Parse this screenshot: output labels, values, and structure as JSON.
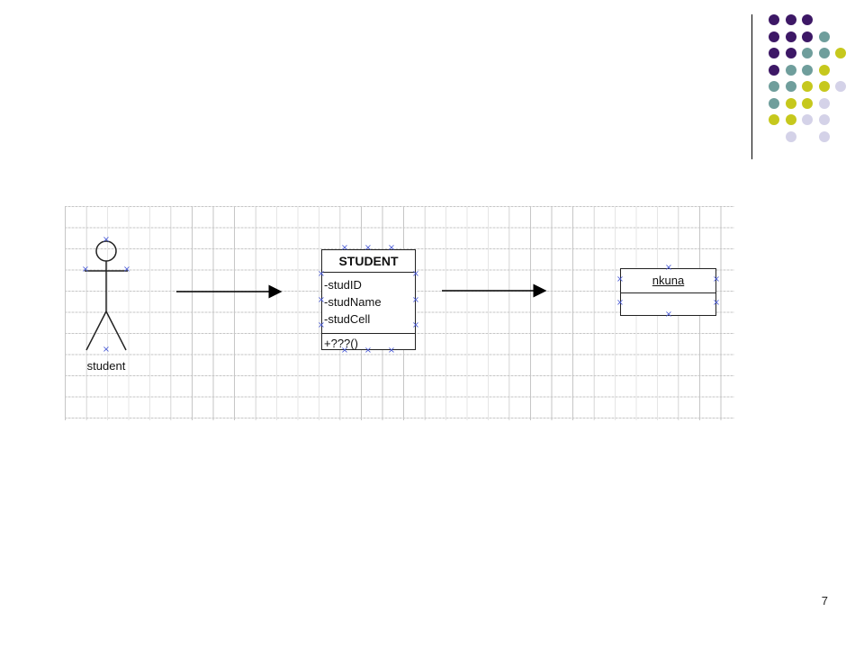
{
  "decor": {
    "colors": {
      "purple": "#3d1866",
      "teal": "#6f9e9c",
      "olive": "#c6c81d",
      "lavender": "#d4d2e8"
    },
    "dot_rows": [
      [
        "purple",
        "purple",
        "purple",
        null
      ],
      [
        "purple",
        "purple",
        "purple",
        "teal"
      ],
      [
        "purple",
        "purple",
        "teal",
        "teal",
        "olive"
      ],
      [
        "purple",
        "teal",
        "teal",
        "olive"
      ],
      [
        "teal",
        "teal",
        "olive",
        "olive",
        "lavender"
      ],
      [
        "teal",
        "olive",
        "olive",
        "lavender"
      ],
      [
        "olive",
        "olive",
        "lavender",
        "lavender"
      ],
      [
        null,
        "lavender",
        null,
        "lavender"
      ]
    ]
  },
  "diagram": {
    "actor": {
      "label": "student",
      "icon": "stick-figure-icon"
    },
    "class_box": {
      "name": "STUDENT",
      "attributes": [
        "-studID",
        "-studName",
        "-studCell"
      ],
      "operations": [
        "+???()"
      ]
    },
    "object_box": {
      "name": "nkuna"
    },
    "connector_color": "#000000",
    "handle_color": "#4a5bd6",
    "handle_glyph": "×"
  },
  "footer": {
    "page_number": "7"
  }
}
